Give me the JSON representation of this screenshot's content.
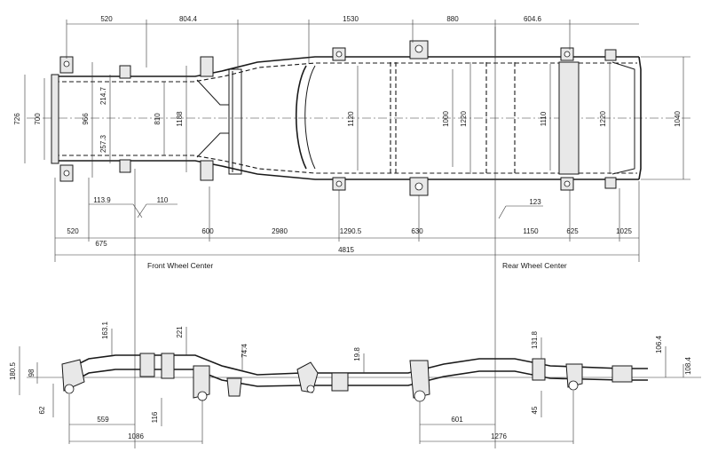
{
  "labels": {
    "front_wheel_center": "Front Wheel Center",
    "rear_wheel_center": "Rear Wheel Center"
  },
  "plan_view": {
    "top_dims": [
      "520",
      "804.4",
      "1530",
      "880",
      "604.6"
    ],
    "left_vertical_dims": [
      "726",
      "700",
      "966",
      "214.7",
      "257.3",
      "810",
      "1188"
    ],
    "middle_vertical_dims": [
      "1120",
      "1000",
      "1220",
      "1110",
      "1220"
    ],
    "right_vertical_dim": "1040",
    "offset_dims": [
      "113.9",
      "110",
      "123"
    ],
    "bottom_row_dims": [
      "520",
      "675",
      "600",
      "2980",
      "1290.5",
      "630",
      "1150",
      "625",
      "1025"
    ],
    "overall_length": "4815"
  },
  "side_view": {
    "vertical_dims": [
      "180.5",
      "98",
      "62",
      "163.1",
      "221",
      "116",
      "74.4",
      "19.8",
      "131.8",
      "45",
      "106.4",
      "108.4"
    ],
    "bottom_dims": [
      "559",
      "1086",
      "601",
      "1276"
    ]
  }
}
